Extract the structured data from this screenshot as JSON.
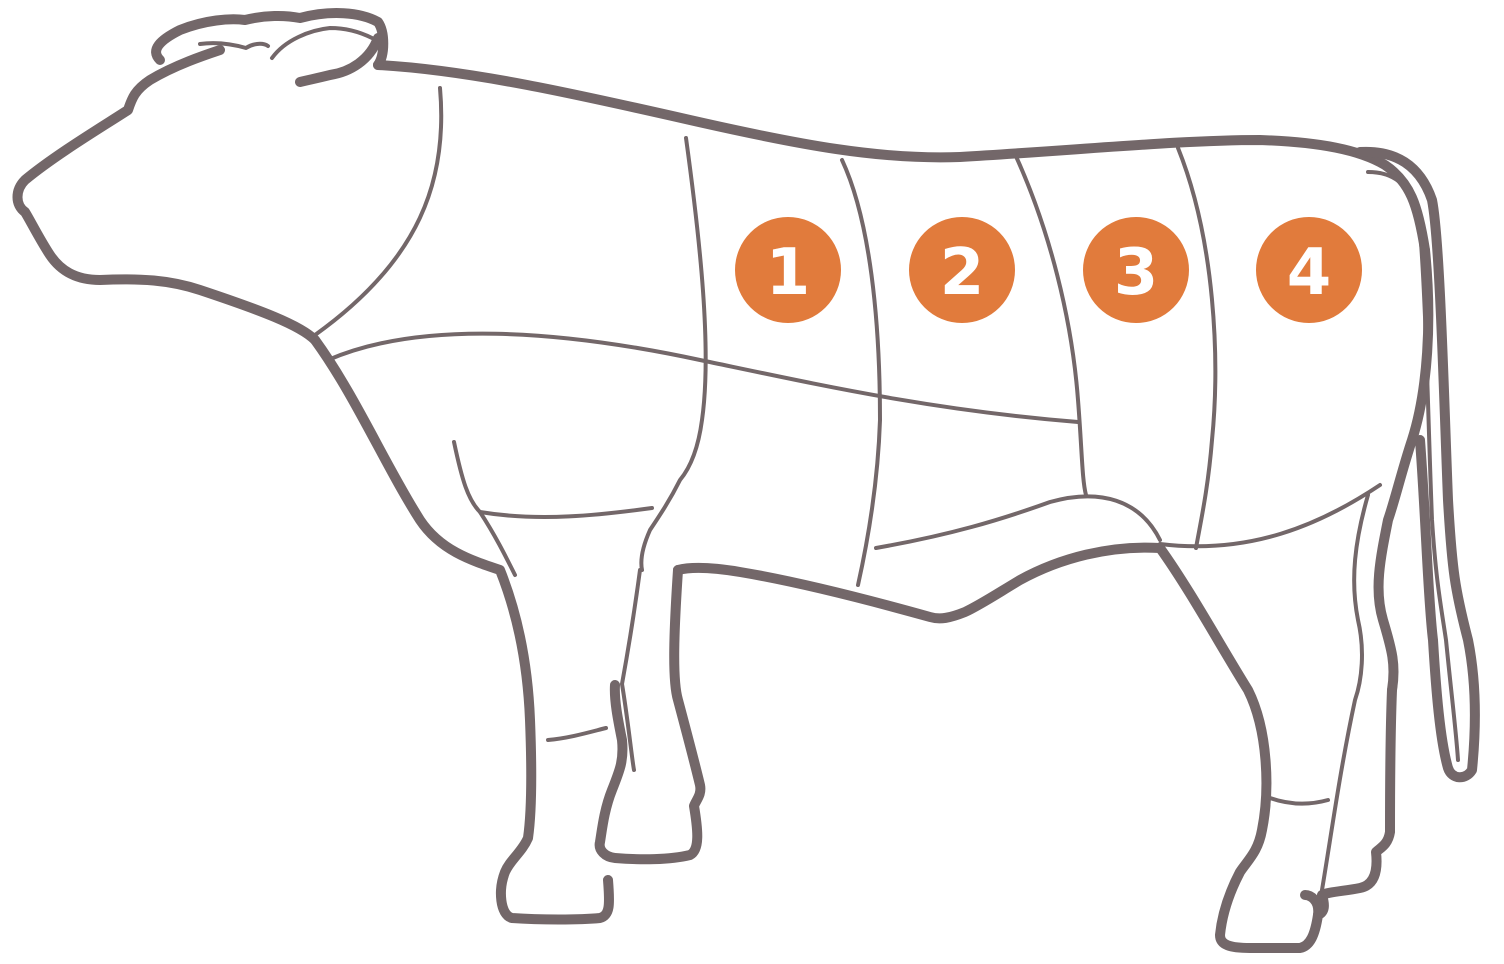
{
  "diagram": {
    "colors": {
      "outline": "#736769",
      "badge_fill": "#e17b3c",
      "badge_text": "#ffffff",
      "background": "#ffffff"
    },
    "cuts": [
      {
        "number": "1"
      },
      {
        "number": "2"
      },
      {
        "number": "3"
      },
      {
        "number": "4"
      }
    ]
  }
}
